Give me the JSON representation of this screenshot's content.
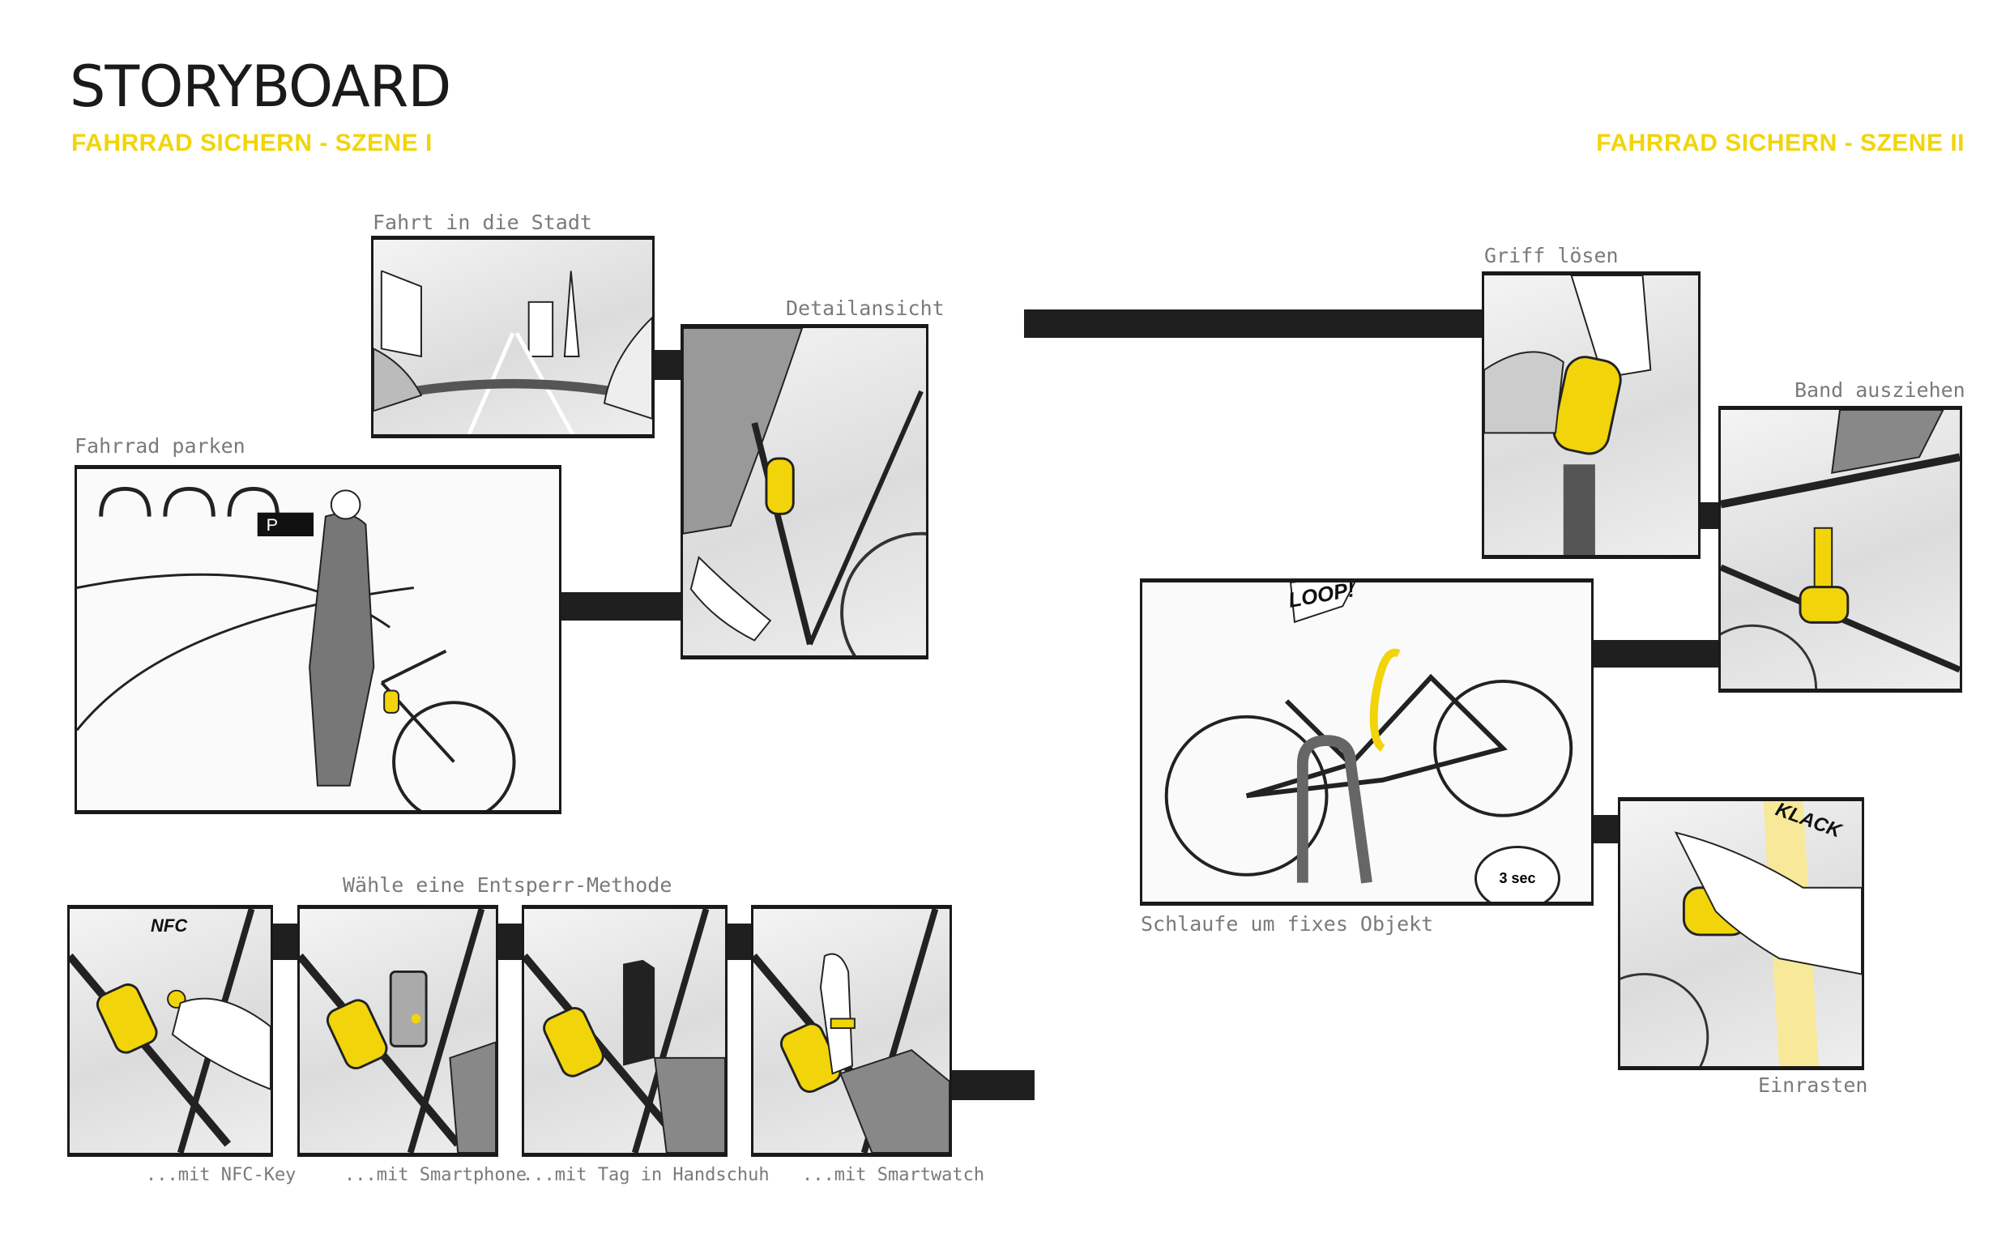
{
  "header": {
    "title": "STORYBOARD",
    "scene1": "FAHRRAD SICHERN - SZENE I",
    "scene2": "FAHRRAD SICHERN - SZENE II"
  },
  "scene1": {
    "panels": [
      {
        "label": "Fahrt in die Stadt"
      },
      {
        "label": "Detailansicht"
      },
      {
        "label": "Fahrrad parken"
      }
    ],
    "unlock": {
      "heading": "Wähle eine Entsperr-Methode",
      "nfc_text": "NFC",
      "captions": [
        "...mit NFC-Key",
        "...mit Smartphone",
        "...mit Tag in Handschuh",
        "...mit Smartwatch"
      ]
    }
  },
  "scene2": {
    "panels": [
      {
        "label": "Griff lösen"
      },
      {
        "label": "Band ausziehen"
      },
      {
        "label": "Schlaufe um fixes Objekt",
        "sfx": "LOOP!",
        "timer": "3 sec"
      },
      {
        "label": "Einrasten",
        "sfx": "KLACK"
      }
    ]
  },
  "colors": {
    "accent": "#f2d40a",
    "ink": "#1f1f1f",
    "label": "#7a7a7a"
  }
}
